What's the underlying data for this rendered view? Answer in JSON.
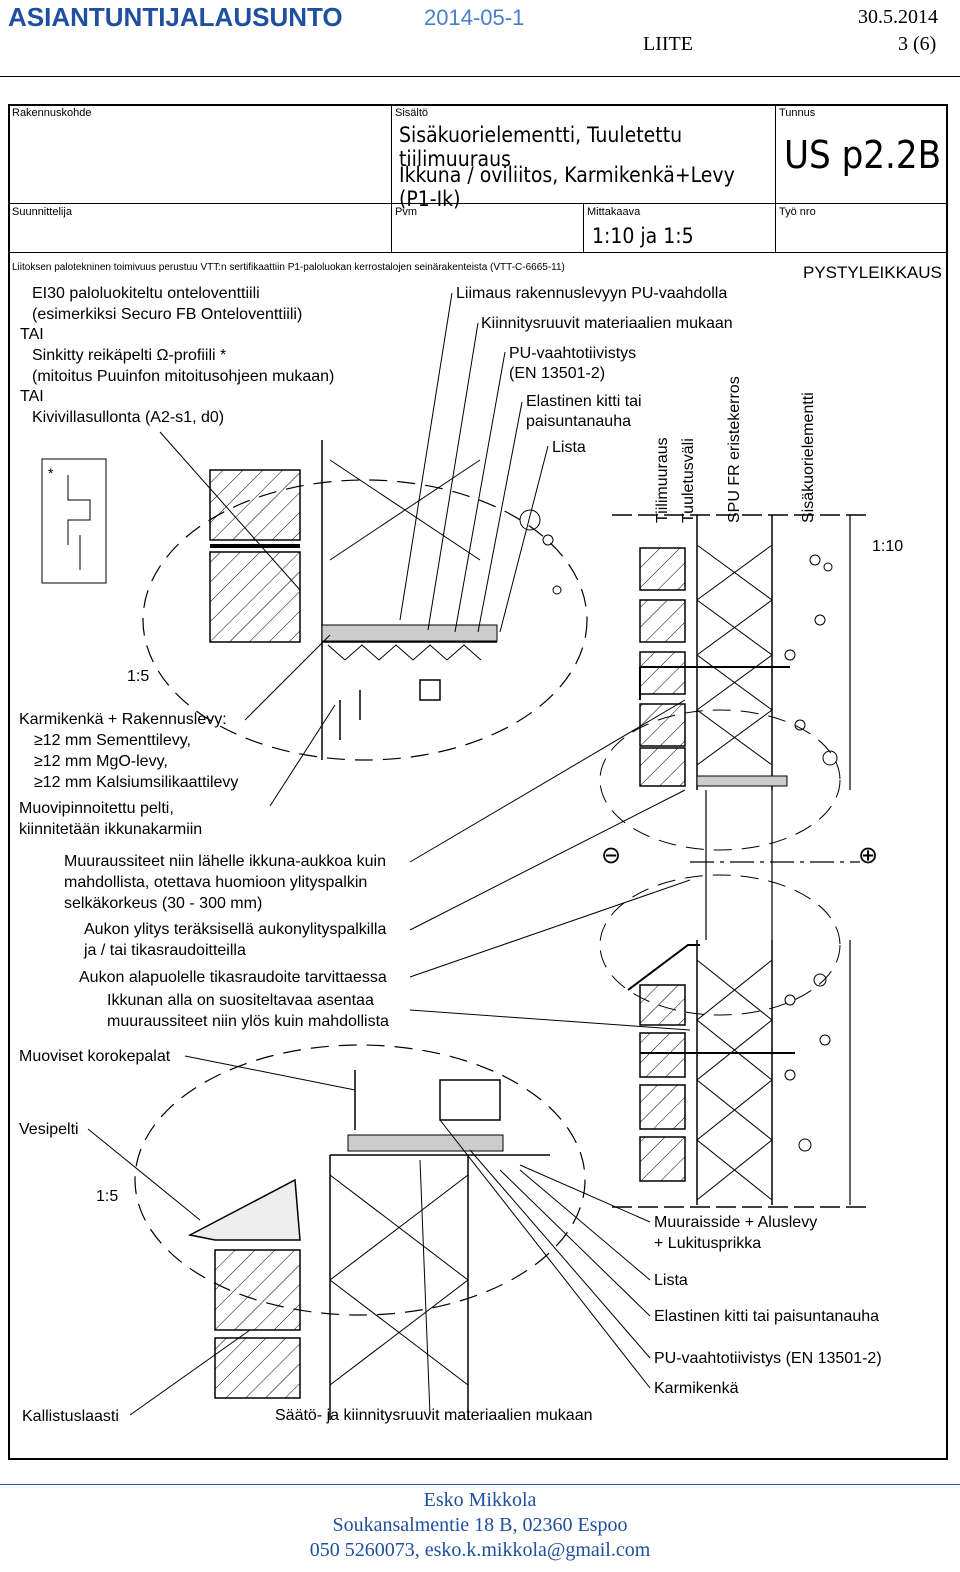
{
  "header": {
    "title": "ASIANTUNTIJALAUSUNTO",
    "doc_date": "2014-05-1",
    "date": "30.5.2014",
    "attachment": "LIITE",
    "page": "3 (6)"
  },
  "title_block": {
    "project_label": "Rakennuskohde",
    "content_label": "Sisältö",
    "content_line1": "Sisäkuorielementti, Tuuletettu tiilimuuraus",
    "content_line2": "Ikkuna / oviliitos, Karmikenkä+Levy (P1-Ik)",
    "code_label": "Tunnus",
    "code": "US p2.2B",
    "designer_label": "Suunnittelija",
    "date_label": "Pvm",
    "scale_label": "Mittakaava",
    "scale": "1:10 ja 1:5",
    "job_label": "Työ nro"
  },
  "drawing": {
    "basis_note": "Liitoksen palotekninen toimivuus perustuu VTT:n sertifikaattiin P1-paloluokan kerrostalojen seinärakenteista (VTT-C-6665-11)",
    "section_title": "PYSTYLEIKKAUS",
    "scale_main": "1:10",
    "scale_detail_top": "1:5",
    "scale_detail_bottom": "1:5",
    "asterisk": "*",
    "minus_symbol": "⊖",
    "plus_symbol": "⊕",
    "left_notes": [
      "EI30 paloluokiteltu onteloventtiili",
      "(esimerkiksi Securo FB Onteloventtiili)",
      "TAI",
      "Sinkitty reikäpelti Ω-profiili *",
      "(mitoitus Puuinfon mitoitusohjeen mukaan)",
      "TAI",
      "Kivivillasullonta (A2-s1, d0)"
    ],
    "top_right_notes": {
      "glue": "Liimaus rakennuslevyyn PU-vaahdolla",
      "screws": "Kiinnitysruuvit materiaalien mukaan",
      "foam": "PU-vaahtotiivistys",
      "foam_std": "(EN 13501-2)",
      "sealant1": "Elastinen kitti tai",
      "sealant2": "paisuntanauha",
      "strip": "Lista"
    },
    "vertical_labels": {
      "brick": "Tiilimuuraus",
      "vent": "Tuuletusväli",
      "insulation": "SPU FR eristekerros",
      "inner": "Sisäkuorielementti"
    },
    "middle_notes": {
      "frame_shoe": "Karmikenkä + Rakennuslevy:",
      "board1": "≥12 mm Sementtilevy,",
      "board2": "≥12 mm MgO-levy,",
      "board3": "≥12 mm Kalsiumsilikaattilevy",
      "sheet1": "Muovipinnoitettu pelti,",
      "sheet2": "kiinnitetään ikkunakarmiin",
      "tie1": "Muuraussiteet niin lähelle ikkuna-aukkoa kuin",
      "tie2": "mahdollista, otettava huomioon ylityspalkin",
      "tie3": "selkäkorkeus (30 - 300 mm)",
      "lintel1": "Aukon ylitys teräksisellä aukonylityspalkilla",
      "lintel2": "ja / tai tikasraudoitteilla",
      "truss": "Aukon alapuolelle tikasraudoite tarvittaessa",
      "below1": "Ikkunan alla on suositeltavaa asentaa",
      "below2": "muuraussiteet niin ylös kuin mahdollista",
      "shims": "Muoviset korokepalat",
      "flashing": "Vesipelti"
    },
    "bottom_right_notes": {
      "tie_plate1": "Muuraisside + Aluslevy",
      "tie_plate2": "+ Lukitusprikka",
      "strip": "Lista",
      "sealant": "Elastinen kitti tai paisuntanauha",
      "foam": "PU-vaahtotiivistys (EN 13501-2)",
      "frame_shoe": "Karmikenkä"
    },
    "bottom_notes": {
      "mortar": "Kallistuslaasti",
      "screws": "Säätö- ja kiinnitysruuvit materiaalien mukaan"
    }
  },
  "footer": {
    "name": "Esko Mikkola",
    "address": "Soukansalmentie 18 B, 02360 Espoo",
    "contact": "050 5260073, esko.k.mikkola@gmail.com"
  }
}
